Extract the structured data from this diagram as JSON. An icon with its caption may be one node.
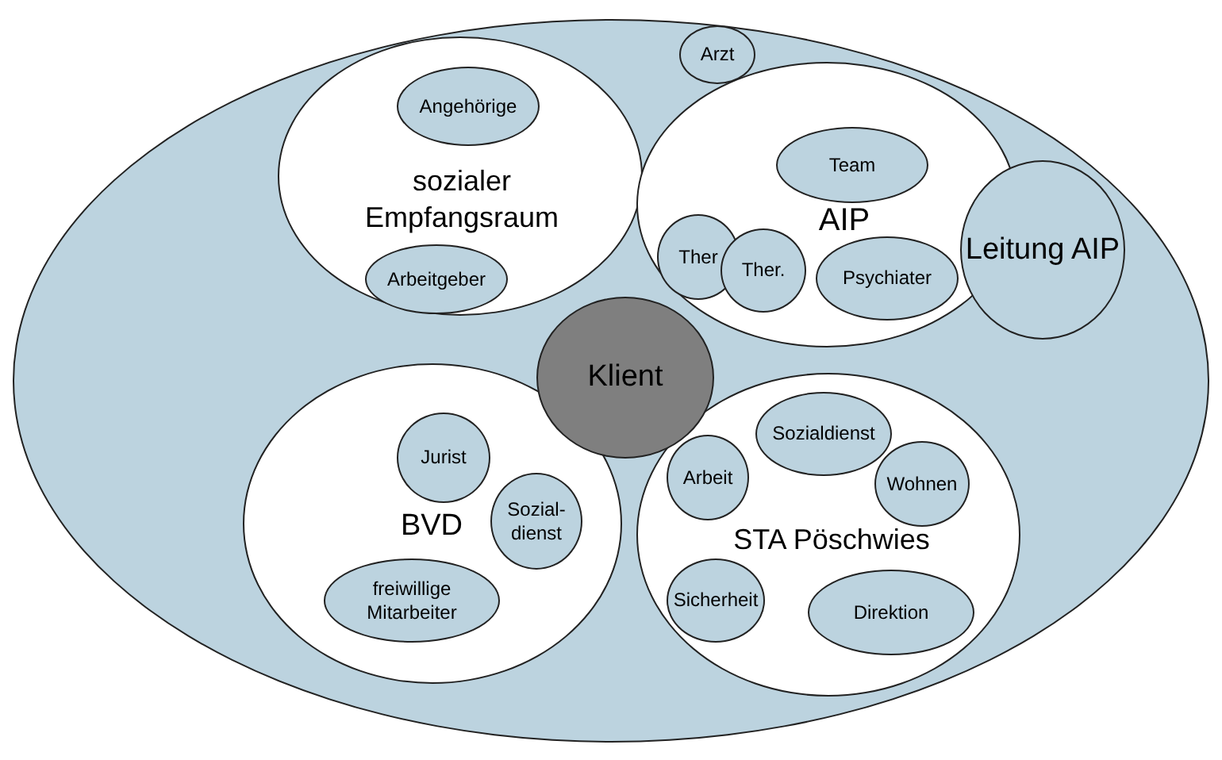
{
  "diagram": {
    "nodes": [
      {
        "text": [],
        "shape": "ellipse"
      },
      {
        "text": [
          "sozialer Empfangsraum"
        ],
        "in": 0
      },
      {
        "text": [
          "Angehörige"
        ],
        "in": 1
      },
      {
        "text": [
          "Arbeitgeber"
        ],
        "in": 1
      },
      {
        "text": [
          "AIP"
        ],
        "in": 0
      },
      {
        "text": [
          "Arzt"
        ],
        "in": 0
      },
      {
        "text": [
          "Team"
        ],
        "in": 4
      },
      {
        "text": [
          "Ther"
        ],
        "in": 4
      },
      {
        "text": [
          "Ther."
        ],
        "in": 4
      },
      {
        "text": [
          "Psychiater"
        ],
        "in": 4
      },
      {
        "text": [
          "Leitung AIP"
        ],
        "in": 0
      },
      {
        "text": [
          "Klient"
        ],
        "in": 0
      },
      {
        "text": [
          "BVD"
        ],
        "in": 0
      },
      {
        "text": [
          "Jurist"
        ],
        "in": 12
      },
      {
        "text": [
          "Sozial- dienst"
        ],
        "in": 12
      },
      {
        "text": [
          "freiwillige Mitarbeiter"
        ],
        "in": 12
      },
      {
        "text": [
          "STA Pöschwies"
        ],
        "in": 0
      },
      {
        "text": [
          "Arbeit"
        ],
        "in": 16
      },
      {
        "text": [
          "Sozialdienst"
        ],
        "in": 16
      },
      {
        "text": [
          "Wohnen"
        ],
        "in": 16
      },
      {
        "text": [
          "Sicherheit"
        ],
        "in": 16
      },
      {
        "text": [
          "Direktion"
        ],
        "in": 16
      }
    ]
  }
}
